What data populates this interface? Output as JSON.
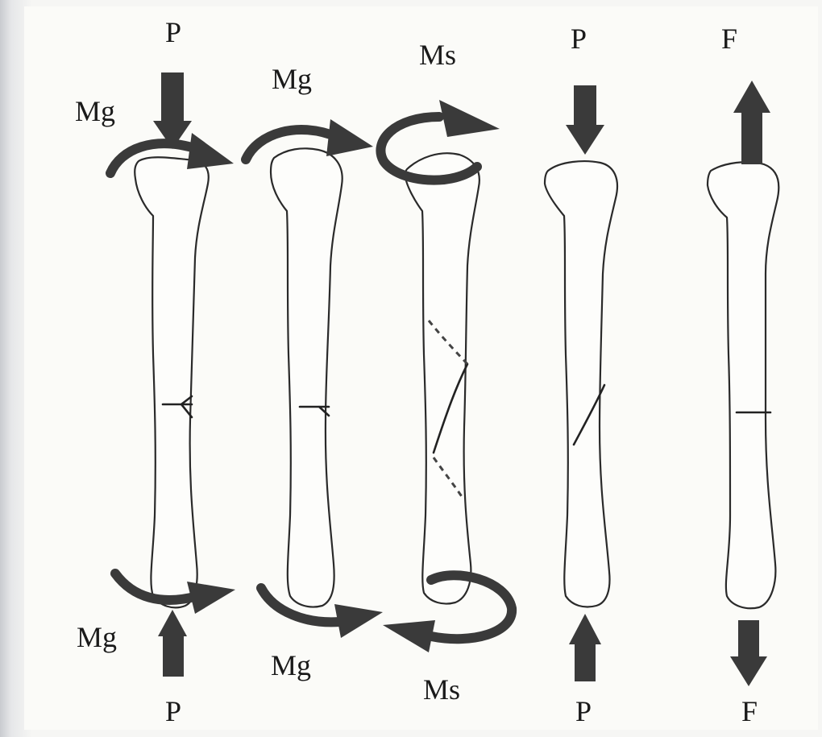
{
  "labels": {
    "bending_top_p": "P",
    "bending_top_mg": "Mg",
    "bending_bottom_mg": "Mg",
    "bending_bottom_p": "P",
    "bending2_top_mg": "Mg",
    "bending2_bottom_mg": "Mg",
    "torsion_top_ms": "Ms",
    "torsion_bottom_ms": "Ms",
    "compression_top_p": "P",
    "compression_bottom_p": "P",
    "tension_top_f": "F",
    "tension_bottom_f": "F"
  },
  "colors": {
    "arrow": "#3a3a3a",
    "outline": "#2a2a2a",
    "paper": "#fbfbf8"
  }
}
